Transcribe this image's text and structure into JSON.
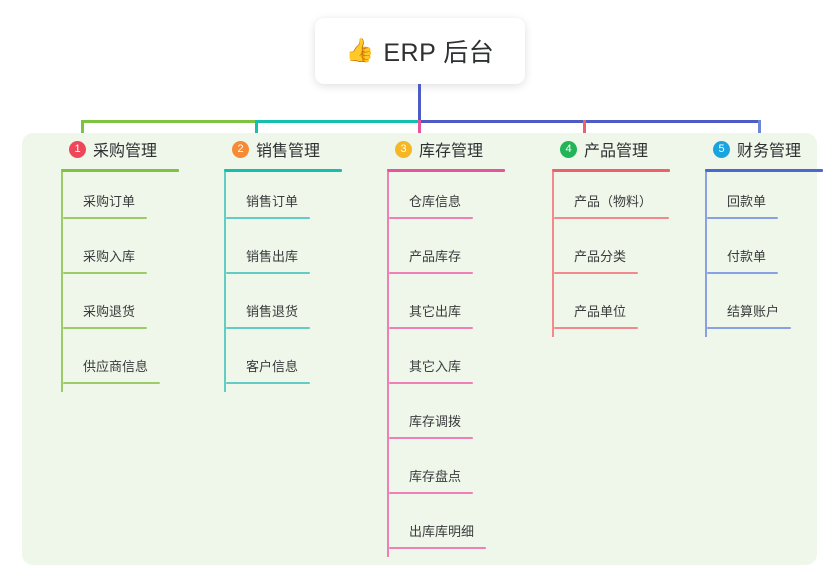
{
  "root": {
    "icon": "thumbs-up-icon",
    "emoji": "👍",
    "title": "ERP 后台"
  },
  "palette": {
    "panel_bg": "#eef7e9",
    "page_bg": "#ffffff",
    "text": "#2f3032",
    "bus_green": "#7ec242",
    "bus_teal": "#15bfb0",
    "bus_indigo": "#4d5bc4"
  },
  "columns": [
    {
      "index": "1",
      "badge_color": "#f0465a",
      "line_color": "#7ec242",
      "title": "采购管理",
      "items": [
        "采购订单",
        "采购入库",
        "采购退货",
        "供应商信息"
      ]
    },
    {
      "index": "2",
      "badge_color": "#f58a37",
      "line_color": "#15bfb0",
      "title": "销售管理",
      "items": [
        "销售订单",
        "销售出库",
        "销售退货",
        "客户信息"
      ]
    },
    {
      "index": "3",
      "badge_color": "#f5b726",
      "line_color": "#e8539e",
      "title": "库存管理",
      "items": [
        "仓库信息",
        "产品库存",
        "其它出库",
        "其它入库",
        "库存调拨",
        "库存盘点",
        "出库库明细"
      ]
    },
    {
      "index": "4",
      "badge_color": "#23b457",
      "line_color": "#f0606a",
      "title": "产品管理",
      "items": [
        "产品（物料）",
        "产品分类",
        "产品单位"
      ]
    },
    {
      "index": "5",
      "badge_color": "#19a4e0",
      "line_color": "#6e86d8",
      "title": "财务管理",
      "items": [
        "回款单",
        "付款单",
        "结算账户"
      ]
    }
  ]
}
